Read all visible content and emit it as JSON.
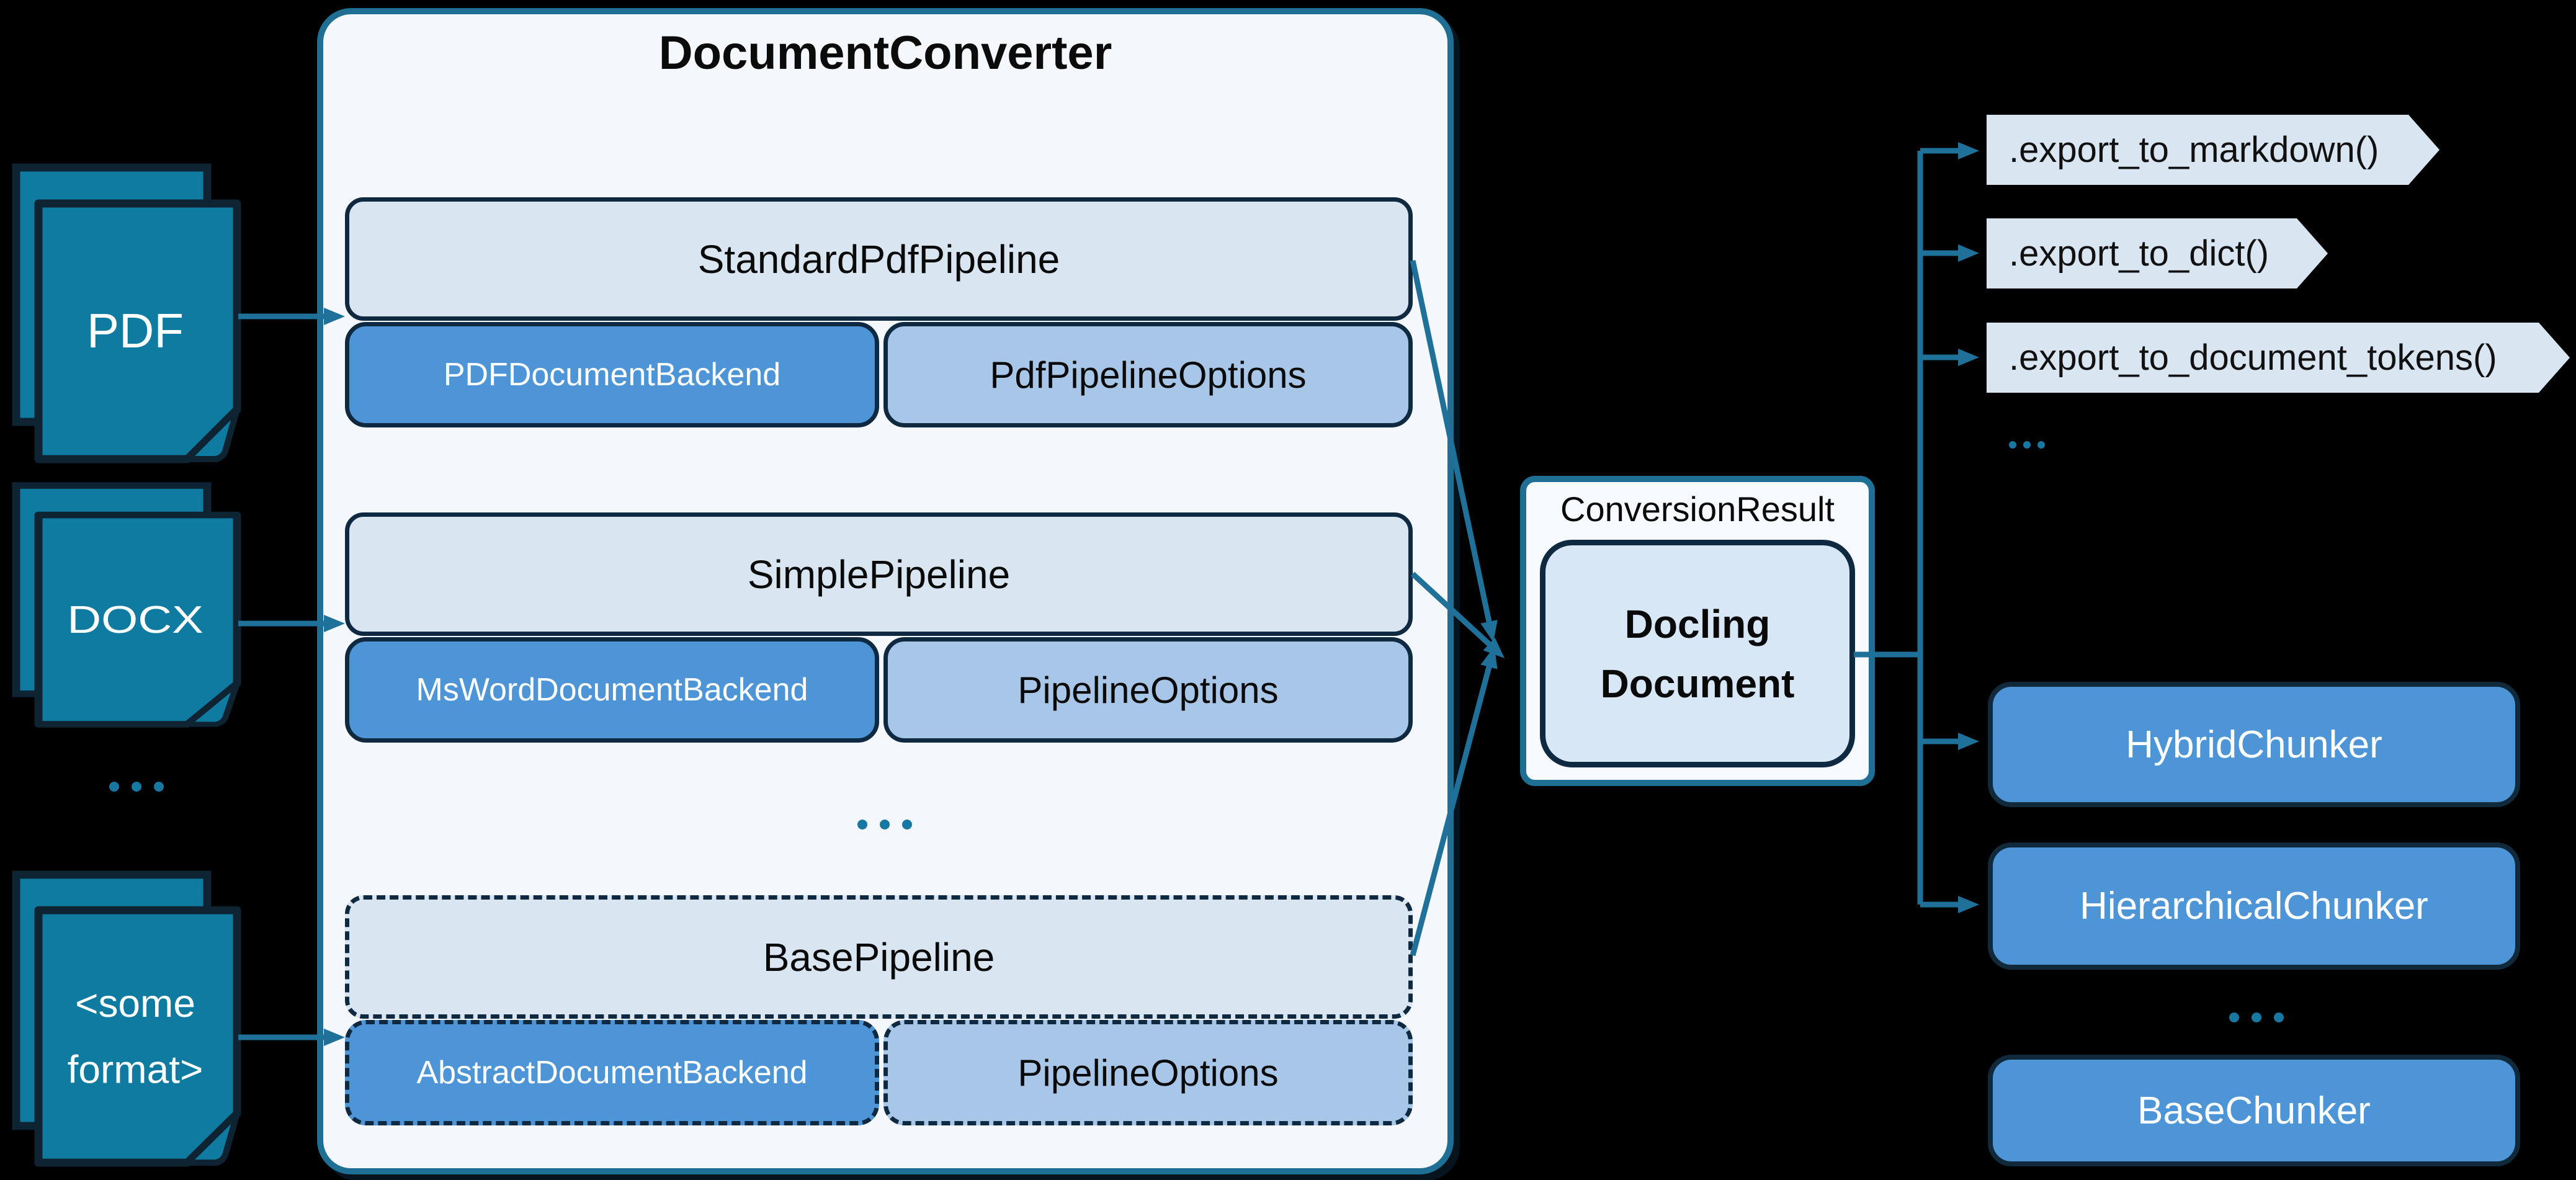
{
  "inputs": {
    "pdf": "PDF",
    "docx": "DOCX",
    "ellipsis": "...",
    "other": {
      "lines": [
        "<some",
        "format>"
      ]
    }
  },
  "converter": {
    "title": "DocumentConverter",
    "ellipsis": "...",
    "pipelines": [
      {
        "name": "StandardPdfPipeline",
        "backend": "PDFDocumentBackend",
        "options": "PdfPipelineOptions"
      },
      {
        "name": "SimplePipeline",
        "backend": "MsWordDocumentBackend",
        "options": "PipelineOptions"
      },
      {
        "name": "BasePipeline",
        "backend": "AbstractDocumentBackend",
        "options": "PipelineOptions"
      }
    ]
  },
  "result": {
    "label": "ConversionResult",
    "document": "Docling Document"
  },
  "exports": {
    "methods": [
      ".export_to_markdown()",
      ".export_to_dict()",
      ".export_to_document_tokens()"
    ],
    "ellipsis": "..."
  },
  "chunkers": {
    "items": [
      "HybridChunker",
      "HierarchicalChunker",
      "BaseChunker"
    ],
    "ellipsis": "..."
  },
  "colors": {
    "background": "#000000",
    "document_icon_teal": "#0F7BA1",
    "dark_navy_border": "#0E2940",
    "panel_border_teal": "#1E6F93",
    "arrow_teal": "#20719A",
    "panel_background": "#F4F7FB",
    "light_blue": "#D9E6F2",
    "medium_blue": "#4E95D8",
    "soft_blue": "#A8C6E7",
    "docling_blue": "#D7E7F5"
  }
}
